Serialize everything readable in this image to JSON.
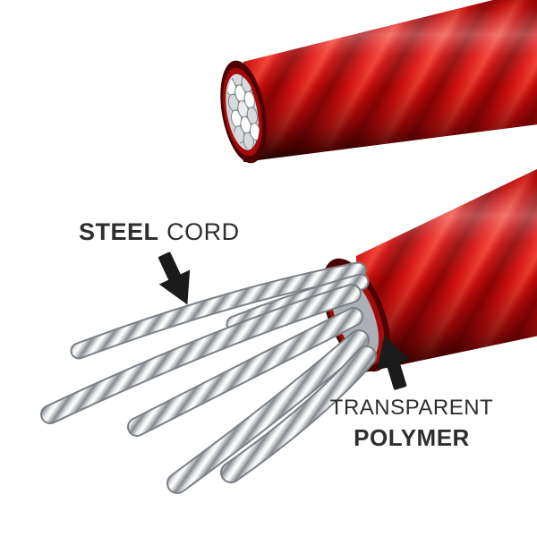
{
  "labels": {
    "steel_cord": {
      "bold": "STEEL",
      "rest": "CORD"
    },
    "polymer": {
      "line1": "TRANSPARENT",
      "line2": "POLYMER"
    }
  },
  "icons": {
    "steel_cord_arrow": "arrow-down-right",
    "polymer_arrow": "arrow-up-left"
  },
  "colors": {
    "polymer_red_bright": "#e01414",
    "polymer_red_dark": "#6f0404",
    "steel_light": "#ffffff",
    "steel_mid": "#c2c6ca",
    "steel_dark": "#84898f",
    "arrow_black": "#1b1b1b",
    "text": "#2e2e2e",
    "background": "#ffffff"
  }
}
